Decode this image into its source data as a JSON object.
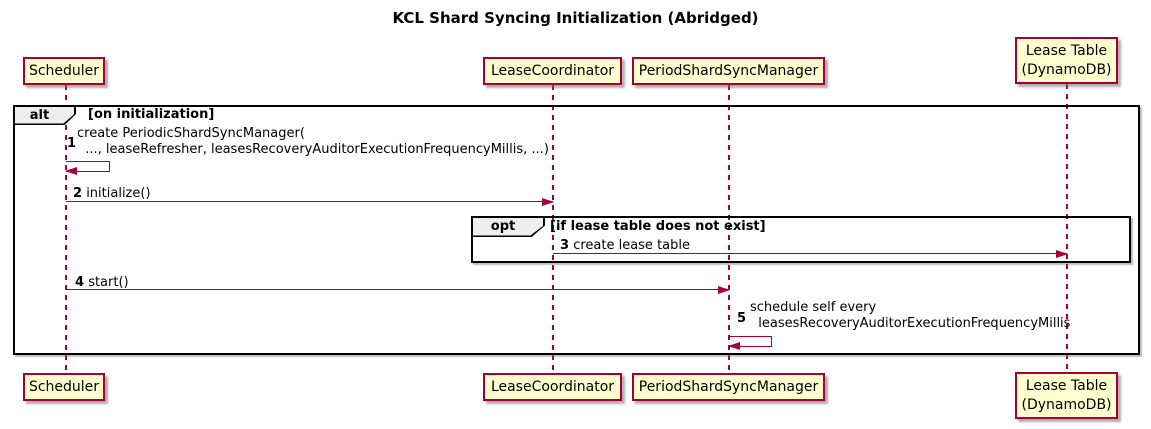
{
  "title": "KCL Shard Syncing Initialization (Abridged)",
  "participants": [
    {
      "lines": [
        "Scheduler"
      ]
    },
    {
      "lines": [
        "LeaseCoordinator"
      ]
    },
    {
      "lines": [
        "PeriodShardSyncManager"
      ]
    },
    {
      "lines": [
        "Lease Table",
        "(DynamoDB)"
      ]
    }
  ],
  "frames": {
    "alt": {
      "label": "alt",
      "condition": "[on initialization]"
    },
    "opt": {
      "label": "opt",
      "condition": "[if lease table does not exist]"
    }
  },
  "messages": [
    {
      "seq": "1",
      "lines": [
        "create PeriodicShardSyncManager(",
        "  ..., leaseRefresher, leasesRecoveryAuditorExecutionFrequencyMillis, ...)"
      ]
    },
    {
      "seq": "2",
      "text": "initialize()"
    },
    {
      "seq": "3",
      "text": "create lease table"
    },
    {
      "seq": "4",
      "text": "start()"
    },
    {
      "seq": "5",
      "lines": [
        "schedule self every",
        "  leasesRecoveryAuditorExecutionFrequencyMillis"
      ]
    }
  ],
  "colors": {
    "participant_fill": "#FEFECE",
    "participant_border": "#A80036",
    "lifeline": "#A80036",
    "arrow": "#A80036",
    "frame_border": "#000000",
    "frame_label_fill": "#EEEEEE",
    "background": "#FFFFFF"
  }
}
